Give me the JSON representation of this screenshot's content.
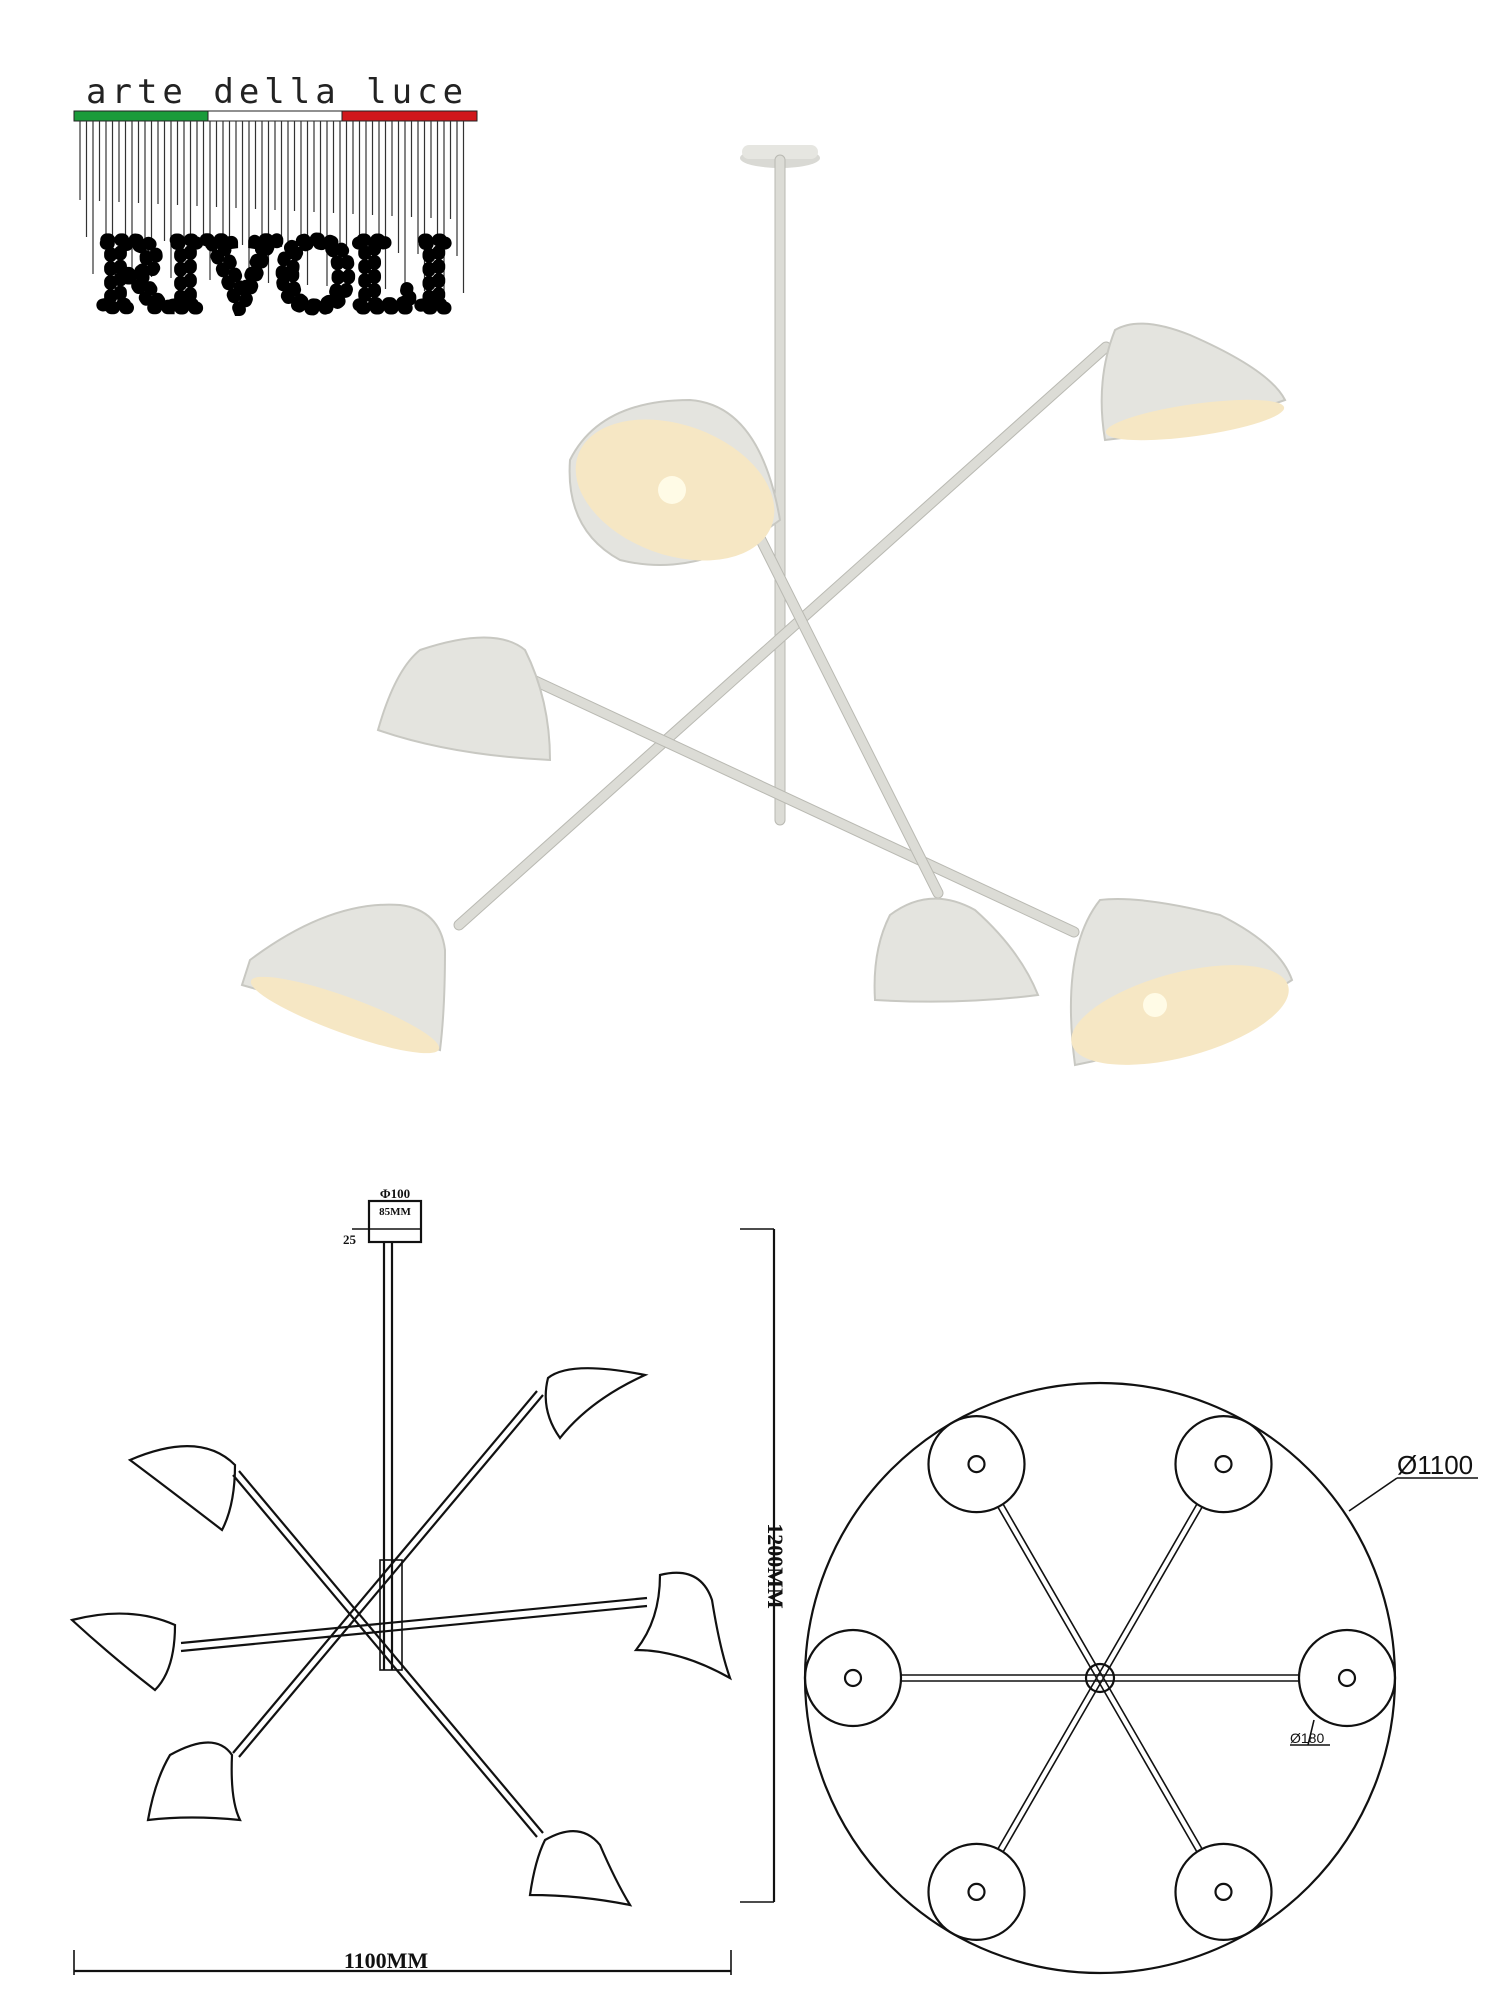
{
  "logo": {
    "tagline": "arte della luce",
    "brand": "RIVOLI",
    "flag_colors": [
      "#1a9b3a",
      "#ffffff",
      "#d0171c"
    ]
  },
  "side_view": {
    "canopy_diameter": "Φ100",
    "canopy_inner": "85MM",
    "canopy_height": "25",
    "total_height": "1200MM",
    "total_width": "1100MM"
  },
  "top_view": {
    "outer_diameter": "Ø1100",
    "shade_diameter": "Ø180"
  }
}
